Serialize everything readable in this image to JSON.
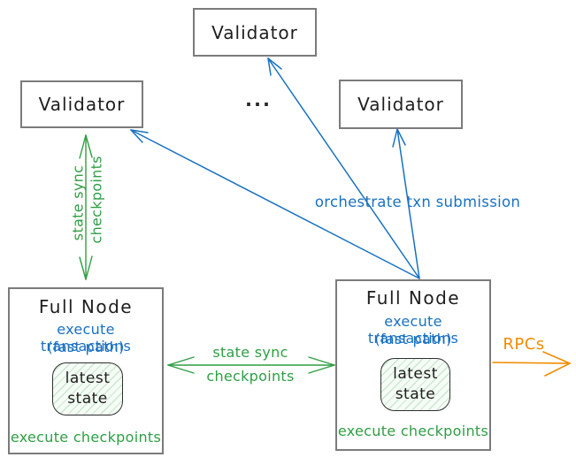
{
  "colors": {
    "blue": "#1971c2",
    "green": "#2f9e44",
    "orange": "#f08c00",
    "ink": "#1e1e1e",
    "border_gray": "#7b7b7b"
  },
  "validators": {
    "top": "Validator",
    "left": "Validator",
    "right": "Validator",
    "ellipsis": "..."
  },
  "full_node_left": {
    "title": "Full Node",
    "exec_transactions": "execute transactions",
    "fast_path": "(fast path)",
    "latest_state_line1": "latest",
    "latest_state_line2": "state",
    "exec_checkpoints": "execute checkpoints"
  },
  "full_node_right": {
    "title": "Full Node",
    "exec_transactions": "execute transactions",
    "fast_path": "(fast path)",
    "latest_state_line1": "latest",
    "latest_state_line2": "state",
    "exec_checkpoints": "execute checkpoints"
  },
  "edge_labels": {
    "left_sync_line1": "state sync",
    "left_sync_line2": "checkpoints",
    "mid_sync_line1": "state sync",
    "mid_sync_line2": "checkpoints",
    "orchestrate": "orchestrate txn submission",
    "rpcs": "RPCs"
  }
}
